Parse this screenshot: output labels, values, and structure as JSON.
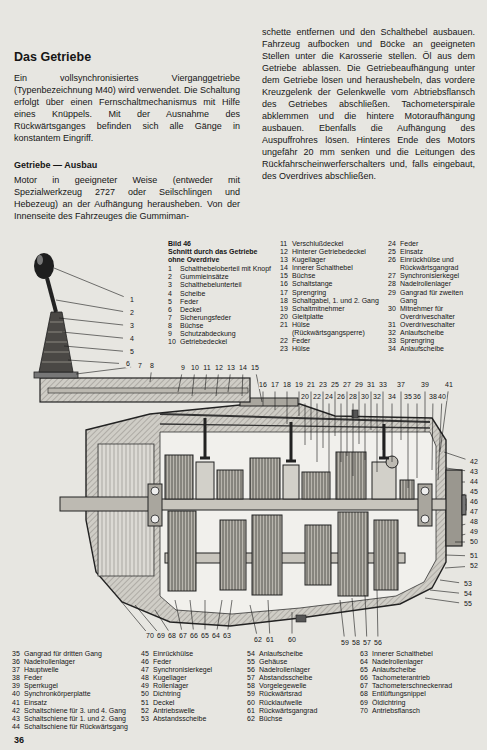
{
  "diagram": {
    "title": "Das Getriebe",
    "labels": [
      "Ein vollsynchronisiertes Vierganggetriebe (Typenbezeichnung M40) wird verwendet. Die Schaltung erfolgt über einen Fernschaltmechanismus mit Hilfe eines Knüppels. Mit der Ausnahme des Rückwärtsganges befinden sich alle Gänge in konstantem Eingriff.",
      "Getriebe — Ausbau",
      "Motor in geeigneter Weise (entweder mit Spezialwerkzeug 2727 oder Seilschlingen und Hebezeug) an der Aufhängung herausheben. Von der Innenseite des Fahrzeuges die Gummiman-",
      "schette entfernen und den Schalthebel ausbauen. Fahrzeug aufbocken und Böcke an geeigneten Stellen unter die Karosserie stellen. Öl aus dem Getriebe ablassen. Die Getriebeaufhängung unter dem Getriebe lösen und heraushebeln, das vordere Kreuzgelenk der Gelenkwelle vom Abtriebsflansch des Getriebes abschließen. Tachometerspirale abklemmen und die hintere Motoraufhängung ausbauen. Ebenfalls die Aufhängung des Auspuffrohres lösen. Hinteres Ende des Motors ungefähr 20 mm senken und die Leitungen des Rückfahrscheinwerferschalters und, falls eingebaut, des Overdrives abschließen.",
      "Bild 46",
      "Schnitt durch das Getriebe ohne Overdrive",
      "1",
      "Schalthebeloberteil mit Knopf",
      "2",
      "Gummieinsätze",
      "3",
      "Schalthebelunterteil",
      "4",
      "Scheibe",
      "5",
      "Feder",
      "6",
      "Deckel",
      "7",
      "Sicherungsfeder",
      "8",
      "Büchse",
      "9",
      "Schutzabdeckung",
      "10",
      "Getriebedeckel",
      "11",
      "Verschlußdeckel",
      "12",
      "Hinterer Getriebedeckel",
      "13",
      "Kugellager",
      "14",
      "Innerer Schalthebel",
      "15",
      "Büchse",
      "16",
      "Schaltstange",
      "17",
      "Sprengring",
      "18",
      "Schaltgabel, 1. und 2. Gang",
      "19",
      "Schaltmitnehmer",
      "20",
      "Gleitplatte",
      "21",
      "Hülse (Rückwärtsgangsperre)",
      "22",
      "Feder",
      "23",
      "Hülse",
      "24",
      "Feder",
      "25",
      "Einsatz",
      "26",
      "Einrückhülse und Rückwärtsgangrad",
      "27",
      "Synchronisierkegel",
      "28",
      "Nadelrollenlager",
      "29",
      "Gangrad für zweiten Gang",
      "30",
      "Mitnehmer für Overdriveschalter",
      "31",
      "Overdriveschalter",
      "32",
      "Anlaufscheibe",
      "33",
      "Sprengring",
      "34",
      "Anlaufscheibe",
      "35",
      "Gangrad für dritten Gang",
      "36",
      "Nadelrollenlager",
      "37",
      "Hauptwelle",
      "38",
      "Feder",
      "39",
      "Sperrkugel",
      "40",
      "Synchronkörperplatte",
      "41",
      "Einsatz",
      "42",
      "Schaltschiene für 3. und 4. Gang",
      "43",
      "Schaltschiene für 1. und 2. Gang",
      "44",
      "Schaltschiene für Rückwärtsgang",
      "45",
      "Einrückhülse",
      "46",
      "Feder",
      "47",
      "Synchronisierkegel",
      "48",
      "Kugellager",
      "49",
      "Rollenlager",
      "50",
      "Dichtring",
      "51",
      "Deckel",
      "52",
      "Antriebswelle",
      "53",
      "Abstandsscheibe",
      "54",
      "Anlaufscheibe",
      "55",
      "Gehäuse",
      "56",
      "Nadelrollenlager",
      "57",
      "Abstandsscheibe",
      "58",
      "Vorgelegewelle",
      "59",
      "Rückwärtsrad",
      "60",
      "Rücklaufwelle",
      "61",
      "Rückwärtsgangrad",
      "62",
      "Büchse",
      "63",
      "Innerer Schalthebel",
      "64",
      "Nadelrollenlager",
      "65",
      "Anlaufscheibe",
      "66",
      "Tachometerantrieb",
      "67",
      "Tachometerschneckenrad",
      "68",
      "Entlüftungsnippel",
      "69",
      "Öldichtring",
      "70",
      "Antriebsflansch",
      "1",
      "2",
      "3",
      "4",
      "5",
      "6",
      "7",
      "8",
      "9",
      "10",
      "11",
      "12",
      "13",
      "14",
      "15",
      "16",
      "17",
      "18",
      "19",
      "21",
      "23",
      "25",
      "27",
      "29",
      "31",
      "33",
      "37",
      "39",
      "41",
      "20",
      "22",
      "24",
      "26",
      "28",
      "30",
      "32",
      "34",
      "35",
      "36",
      "38",
      "40",
      "42",
      "43",
      "44",
      "45",
      "46",
      "47",
      "48",
      "49",
      "50",
      "51",
      "52",
      "53",
      "54",
      "55",
      "70",
      "69",
      "68",
      "67",
      "66",
      "65",
      "64",
      "63",
      "62",
      "61",
      "60",
      "59",
      "58",
      "57",
      "56",
      "36"
    ]
  }
}
